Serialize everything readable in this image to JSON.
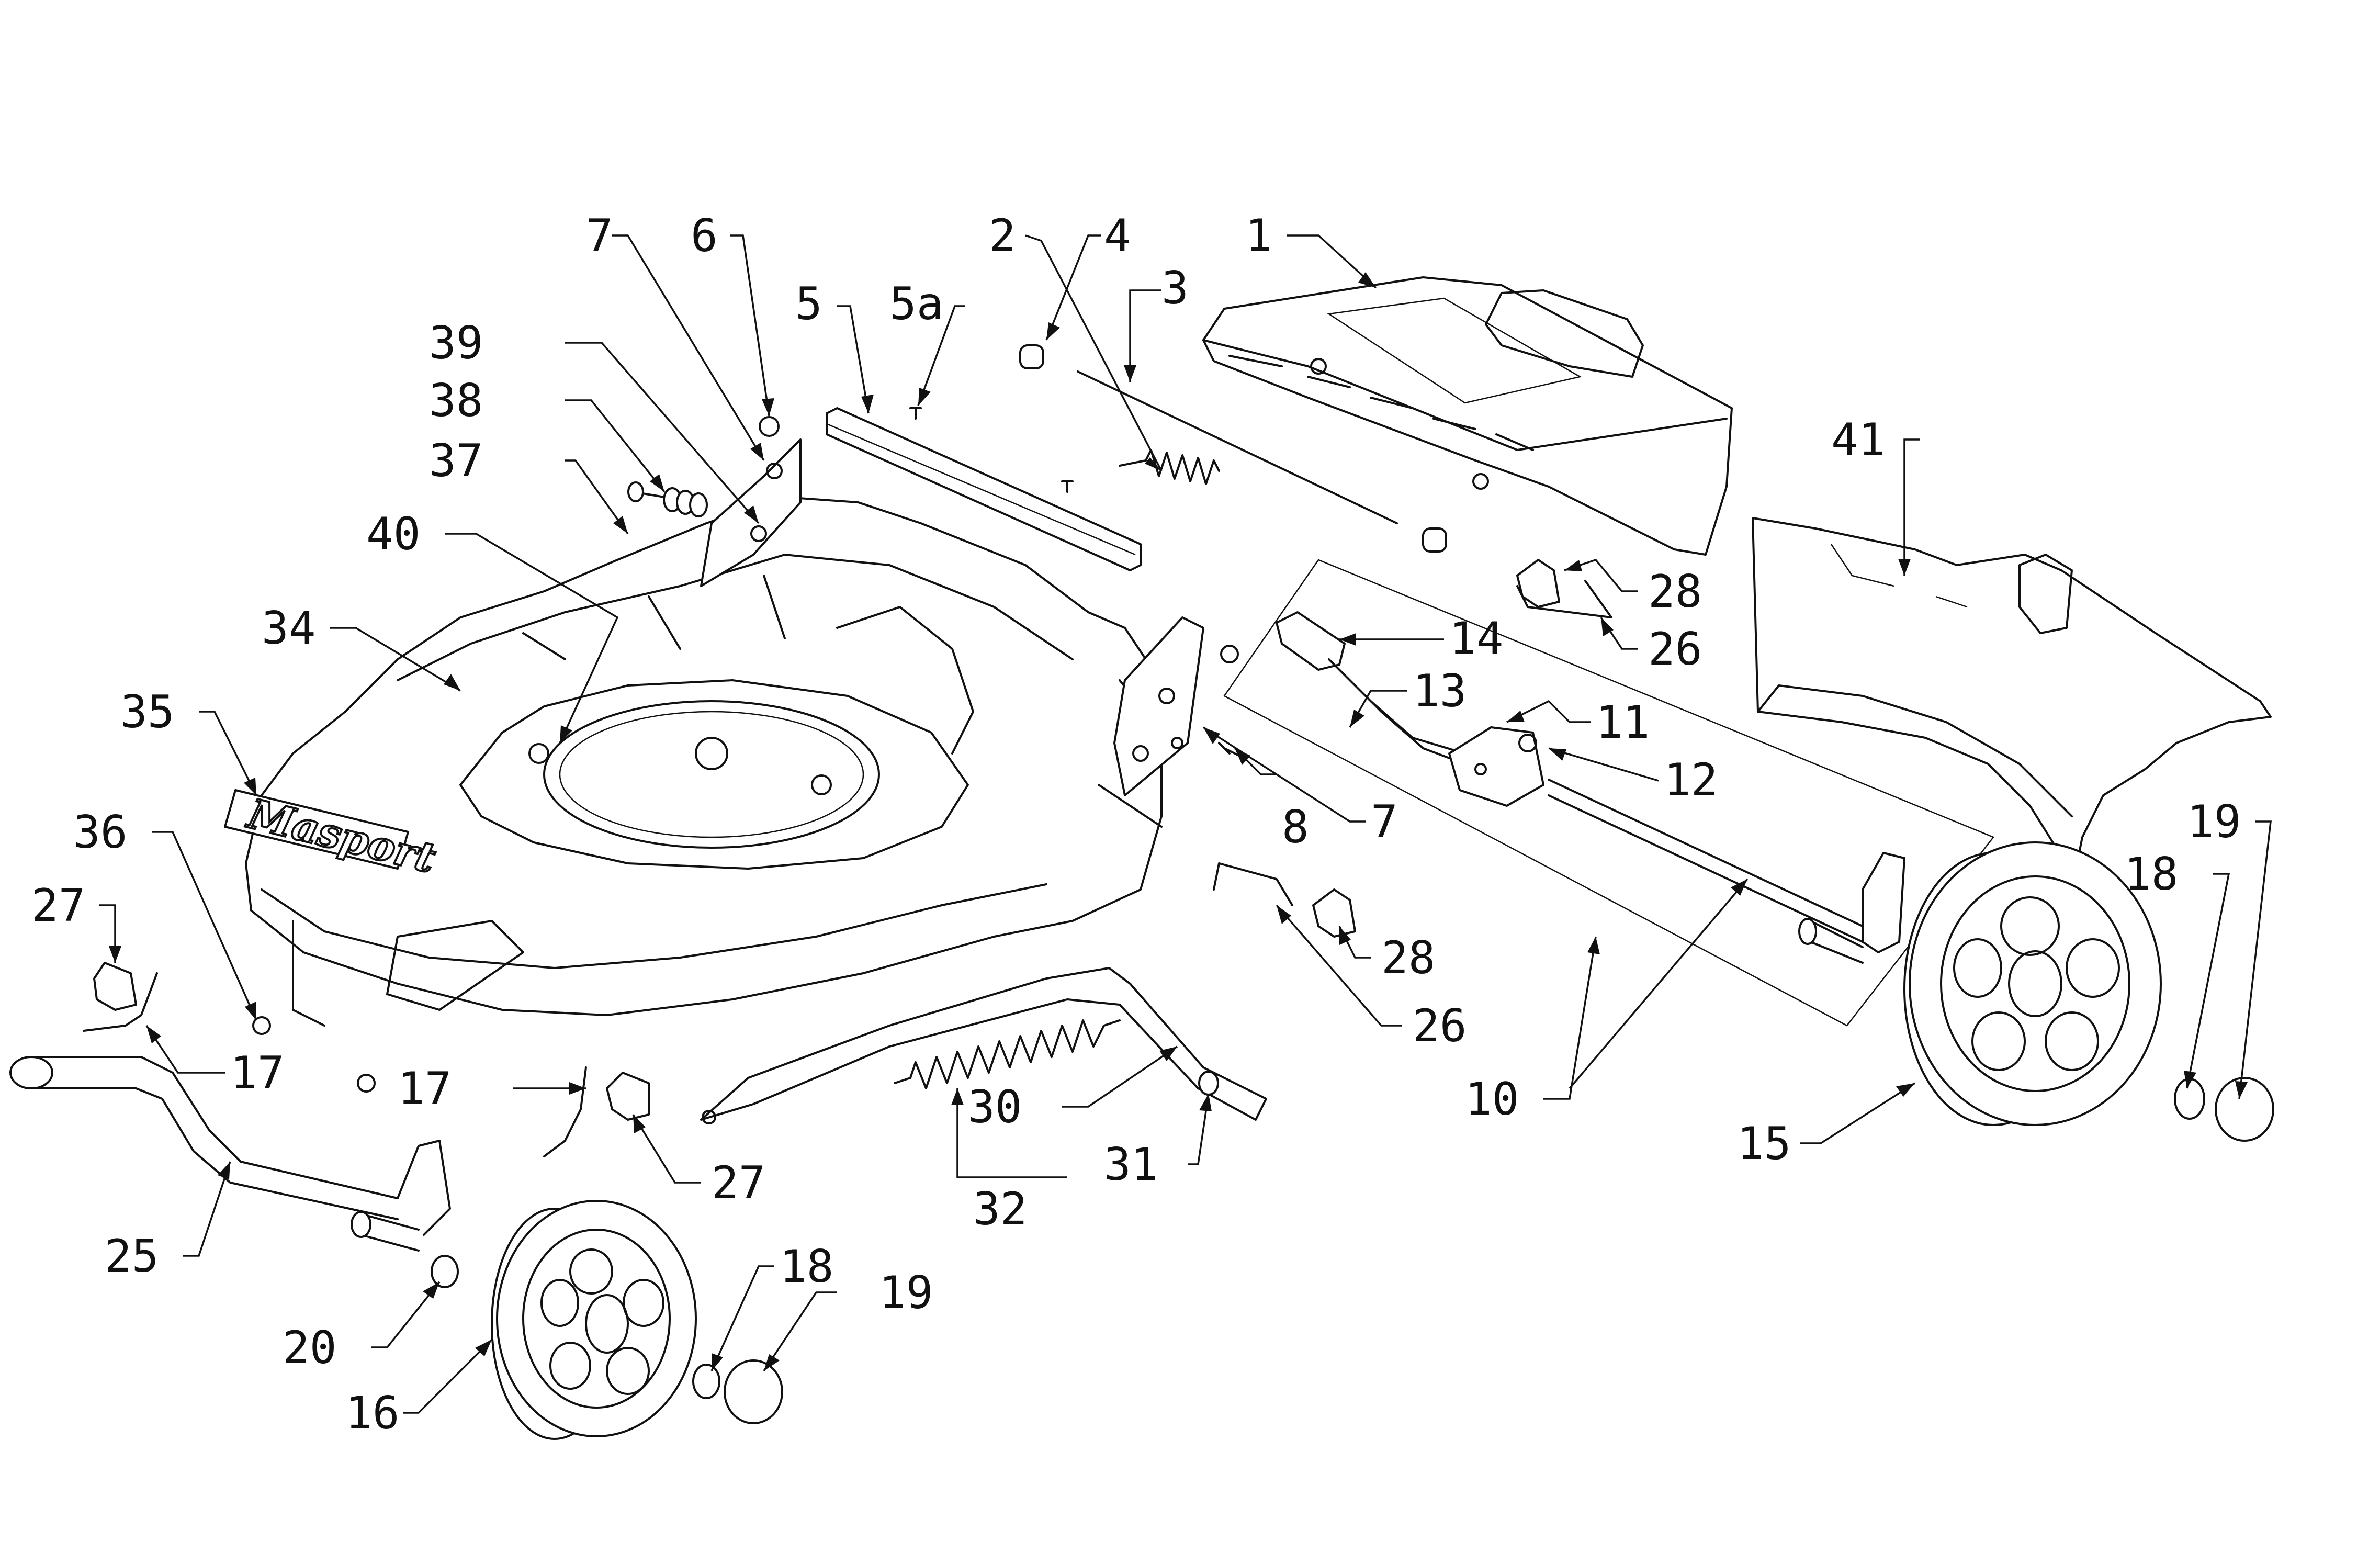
{
  "logo_text": "Masport",
  "callouts": [
    {
      "id": "c1",
      "label": "1"
    },
    {
      "id": "c2",
      "label": "2"
    },
    {
      "id": "c3",
      "label": "3"
    },
    {
      "id": "c4",
      "label": "4"
    },
    {
      "id": "c5",
      "label": "5"
    },
    {
      "id": "c5a",
      "label": "5a"
    },
    {
      "id": "c6",
      "label": "6"
    },
    {
      "id": "c7a",
      "label": "7"
    },
    {
      "id": "c7b",
      "label": "7"
    },
    {
      "id": "c8",
      "label": "8"
    },
    {
      "id": "c10",
      "label": "10"
    },
    {
      "id": "c11",
      "label": "11"
    },
    {
      "id": "c12",
      "label": "12"
    },
    {
      "id": "c13",
      "label": "13"
    },
    {
      "id": "c14",
      "label": "14"
    },
    {
      "id": "c15",
      "label": "15"
    },
    {
      "id": "c16",
      "label": "16"
    },
    {
      "id": "c17a",
      "label": "17"
    },
    {
      "id": "c17b",
      "label": "17"
    },
    {
      "id": "c18a",
      "label": "18"
    },
    {
      "id": "c18b",
      "label": "18"
    },
    {
      "id": "c19a",
      "label": "19"
    },
    {
      "id": "c19b",
      "label": "19"
    },
    {
      "id": "c20",
      "label": "20"
    },
    {
      "id": "c25",
      "label": "25"
    },
    {
      "id": "c26a",
      "label": "26"
    },
    {
      "id": "c26b",
      "label": "26"
    },
    {
      "id": "c27a",
      "label": "27"
    },
    {
      "id": "c27b",
      "label": "27"
    },
    {
      "id": "c28a",
      "label": "28"
    },
    {
      "id": "c28b",
      "label": "28"
    },
    {
      "id": "c30",
      "label": "30"
    },
    {
      "id": "c31",
      "label": "31"
    },
    {
      "id": "c32",
      "label": "32"
    },
    {
      "id": "c34",
      "label": "34"
    },
    {
      "id": "c35",
      "label": "35"
    },
    {
      "id": "c36",
      "label": "36"
    },
    {
      "id": "c37",
      "label": "37"
    },
    {
      "id": "c38",
      "label": "38"
    },
    {
      "id": "c39",
      "label": "39"
    },
    {
      "id": "c40",
      "label": "40"
    },
    {
      "id": "c41",
      "label": "41"
    }
  ]
}
